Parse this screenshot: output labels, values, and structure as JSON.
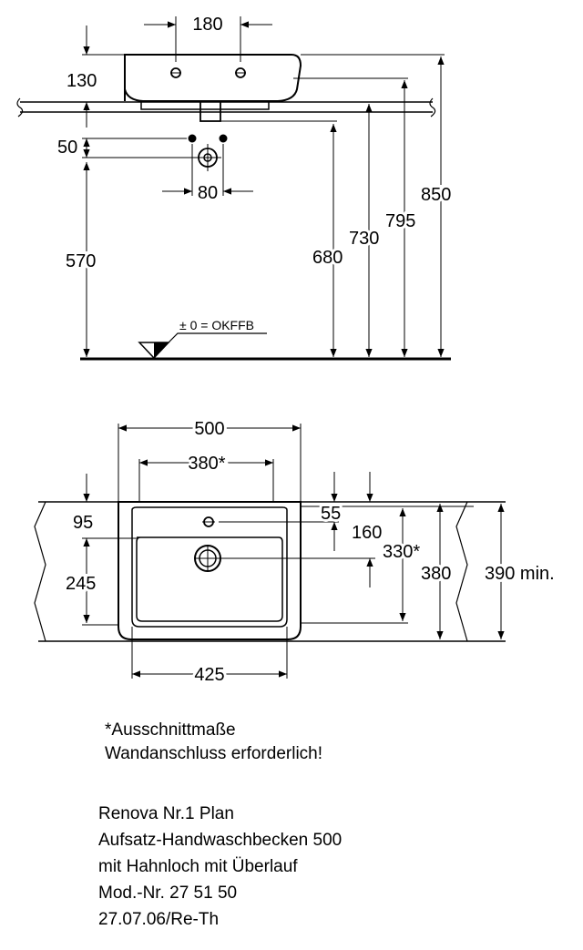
{
  "side_view": {
    "dims": {
      "spacing_180": "180",
      "height_130": "130",
      "drop_50": "50",
      "spacing_80": "80",
      "height_570": "570",
      "height_680": "680",
      "height_730": "730",
      "height_795": "795",
      "height_850": "850"
    },
    "floor_reference": "± 0 = OKFFB"
  },
  "top_view": {
    "dims": {
      "width_500": "500",
      "cutout_380": "380*",
      "offset_95": "95",
      "offset_55": "55",
      "depth_160": "160",
      "cutout_330": "330*",
      "depth_380": "380",
      "min_390": "390 min.",
      "offset_245": "245",
      "width_425": "425"
    }
  },
  "notes": {
    "cutout_note": "*Ausschnittmaße",
    "wall_note": "Wandanschluss erforderlich!"
  },
  "product": {
    "line1": "Renova Nr.1 Plan",
    "line2": "Aufsatz-Handwaschbecken 500",
    "line3": "mit Hahnloch mit Überlauf",
    "line4": "Mod.-Nr. 27 51 50",
    "line5": "27.07.06/Re-Th"
  }
}
